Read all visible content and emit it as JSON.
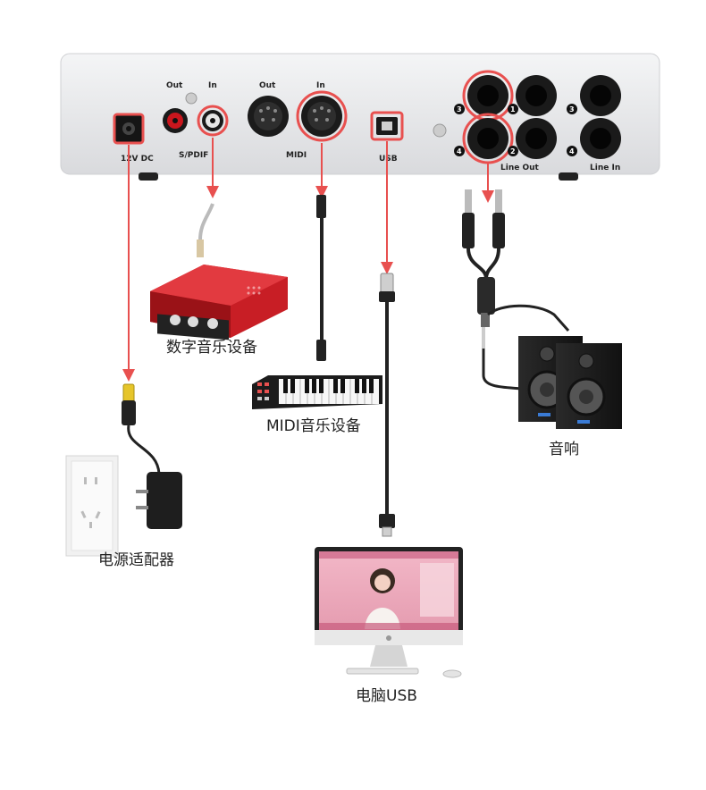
{
  "panel": {
    "dc_label": "12V DC",
    "spdif": {
      "out": "Out",
      "in": "In",
      "name": "S/PDIF"
    },
    "midi": {
      "out": "Out",
      "in": "In",
      "name": "MIDI"
    },
    "usb": {
      "name": "USB"
    },
    "line_out": {
      "name": "Line Out",
      "ports": [
        "3",
        "1",
        "4",
        "2"
      ]
    },
    "line_in": {
      "name": "Line In",
      "ports": [
        "3",
        "4"
      ]
    }
  },
  "devices": {
    "digital": "数字音乐设备",
    "midi": "MIDI音乐设备",
    "speakers": "音响",
    "power": "电源适配器",
    "computer": "电脑USB"
  },
  "colors": {
    "arrow": "#e8504f",
    "highlight": "#e8504f",
    "panel": "#e9eaec",
    "interface_red": "#d6232b"
  }
}
